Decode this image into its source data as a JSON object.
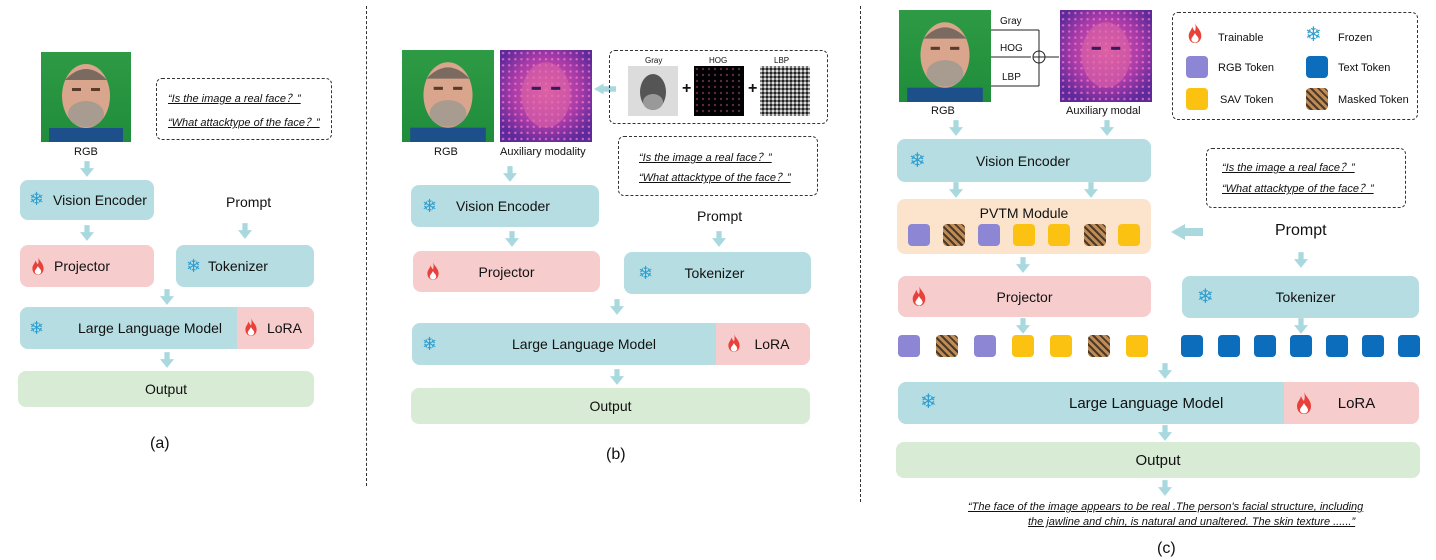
{
  "panel_a": {
    "rgb": "RGB",
    "q1": "“Is the image a real face？”",
    "q2": "“What attacktype of the face？”",
    "vision_encoder": "Vision Encoder",
    "prompt": "Prompt",
    "projector": "Projector",
    "tokenizer": "Tokenizer",
    "llm": "Large Language Model",
    "lora": "LoRA",
    "output": "Output",
    "caption": "(a)"
  },
  "panel_b": {
    "gray": "Gray",
    "hog": "HOG",
    "lbp": "LBP",
    "plus": "+",
    "rgb": "RGB",
    "aux": "Auxiliary modality",
    "q1": "“Is the image a real face？”",
    "q2": "“What attacktype of the face？”",
    "vision_encoder": "Vision Encoder",
    "prompt": "Prompt",
    "projector": "Projector",
    "tokenizer": "Tokenizer",
    "llm": "Large Language Model",
    "lora": "LoRA",
    "output": "Output",
    "caption": "(b)"
  },
  "panel_c": {
    "gray": "Gray",
    "hog": "HOG",
    "lbp": "LBP",
    "rgb": "RGB",
    "aux": "Auxiliary modal",
    "legend": {
      "trainable": "Trainable",
      "frozen": "Frozen",
      "rgb_token": "RGB Token",
      "text_token": "Text Token",
      "sav_token": "SAV Token",
      "masked_token": "Masked Token"
    },
    "vision_encoder": "Vision Encoder",
    "q1": "“Is the image a real face？”",
    "q2": "“What attacktype of the face？”",
    "pvtm": "PVTM Module",
    "prompt": "Prompt",
    "projector": "Projector",
    "tokenizer": "Tokenizer",
    "llm": "Large Language Model",
    "lora": "LoRA",
    "output": "Output",
    "answer_line1": "“The face of the image appears to be real .The person's facial structure, including",
    "answer_line2": "the jawline and chin, is natural and unaltered.  The skin texture ......”",
    "caption": "(c)"
  },
  "colors": {
    "frozen_blue": "#b5dde2",
    "trainable_pink": "#f6cccd",
    "output_green": "#d8ebd5",
    "pvtm_peach": "#fbe3cc",
    "rgb_token": "#8c86d4",
    "sav_token": "#fbc212",
    "text_token": "#0c6dbd",
    "arrow": "#a9d9df"
  },
  "icons": [
    "snowflake-icon",
    "flame-icon",
    "plus-circle-icon",
    "arrow-down-icon"
  ]
}
